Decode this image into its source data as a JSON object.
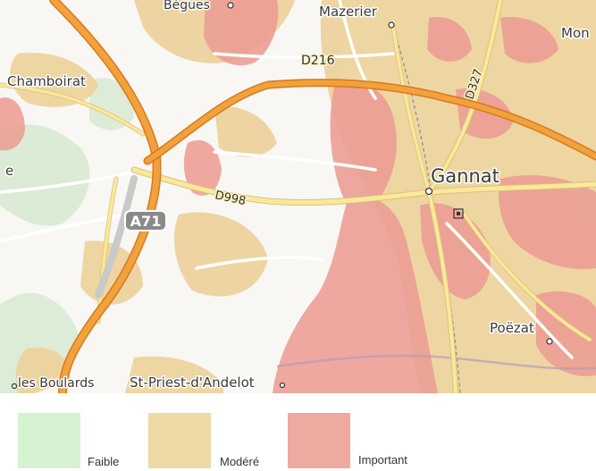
{
  "map": {
    "places": {
      "begues": "Bègues",
      "mazerier": "Mazerier",
      "mon": "Mon",
      "chamboirat": "Chamboirat",
      "e_edge": "e",
      "gannat": "Gannat",
      "poezat": "Poëzat",
      "les_boulards": "les Boulards",
      "st_priest": "St-Priest-d'Andelot"
    },
    "roads": {
      "d216": "D216",
      "d327": "D327",
      "d998": "D998",
      "a71": "A71"
    }
  },
  "legend": {
    "items": [
      {
        "label": "Faible",
        "color": "#d7f2d3"
      },
      {
        "label": "Modéré",
        "color": "#eedaa6"
      },
      {
        "label": "Important",
        "color": "#eeaaa0"
      }
    ]
  },
  "colors": {
    "motorway": "#ee8f2c",
    "secondary_road": "#fbe68f",
    "risk_moderate": "#efd39a",
    "risk_important": "#ed9f96",
    "risk_low": "#d8ecd2"
  }
}
